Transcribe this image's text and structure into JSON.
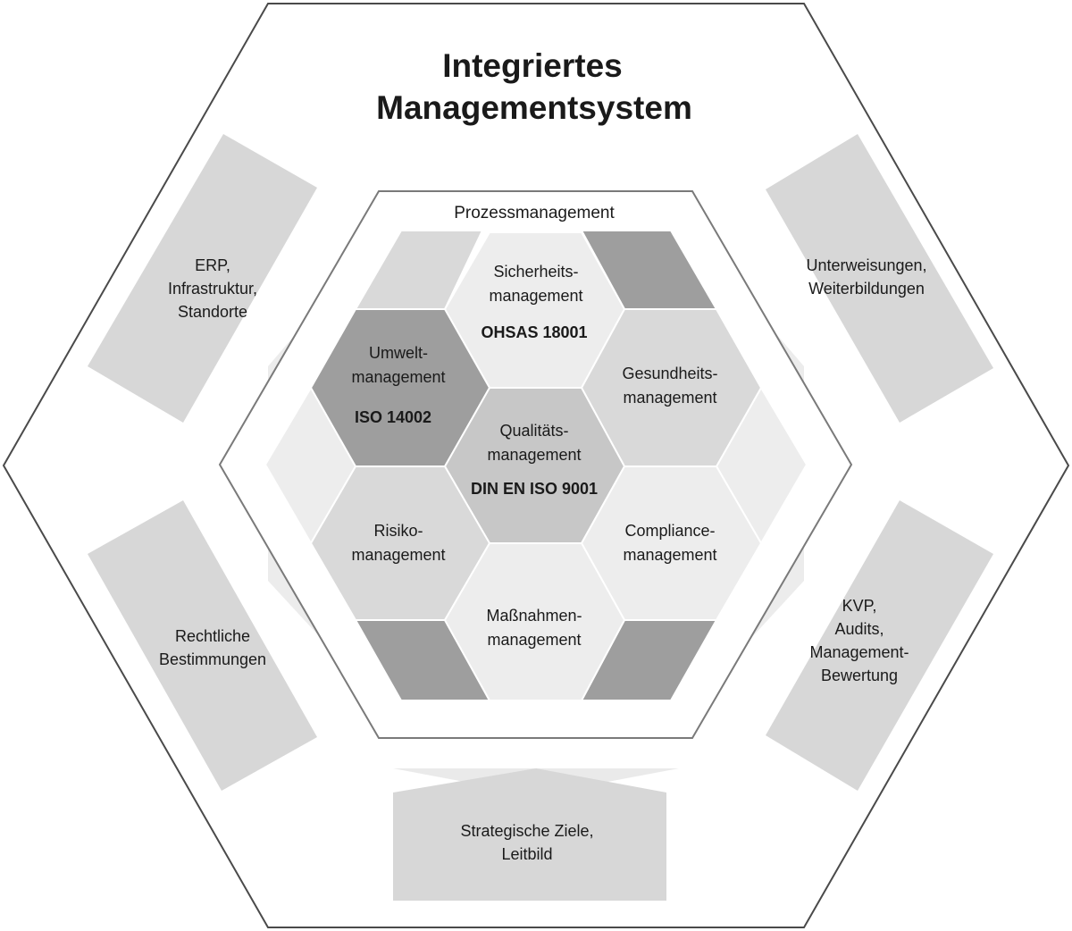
{
  "title": {
    "line1": "Integriertes",
    "line2": "Managementsystem"
  },
  "process_label": "Prozessmanagement",
  "outer_boxes": {
    "top_left": [
      "ERP,",
      "Infrastruktur,",
      "Standorte"
    ],
    "top_right": [
      "Unterweisungen,",
      "Weiterbildungen"
    ],
    "bottom_left": [
      "Rechtliche",
      "Bestimmungen"
    ],
    "bottom_right": [
      "KVP,",
      "Audits,",
      "Management-",
      "Bewertung"
    ],
    "bottom": [
      "Strategische Ziele,",
      "Leitbild"
    ]
  },
  "cells": {
    "center": {
      "lines": [
        "Qualitäts-",
        "management"
      ],
      "standard": "DIN EN ISO 9001"
    },
    "top": {
      "lines": [
        "Sicherheits-",
        "management"
      ],
      "standard": "OHSAS 18001"
    },
    "upper_left": {
      "lines": [
        "Umwelt-",
        "management"
      ],
      "standard": "ISO 14002"
    },
    "upper_right": {
      "lines": [
        "Gesundheits-",
        "management"
      ]
    },
    "lower_left": {
      "lines": [
        "Risiko-",
        "management"
      ]
    },
    "lower_right": {
      "lines": [
        "Compliance-",
        "management"
      ]
    },
    "bottom": {
      "lines": [
        "Maßnahmen-",
        "management"
      ]
    }
  },
  "colors": {
    "outline": "#4a4a4a",
    "box_fill": "#d7d7d7",
    "center_fill": "#c7c7c7",
    "light_fill": "#ededed",
    "mid_fill": "#d9d9d9",
    "dark_fill": "#9e9e9e"
  }
}
